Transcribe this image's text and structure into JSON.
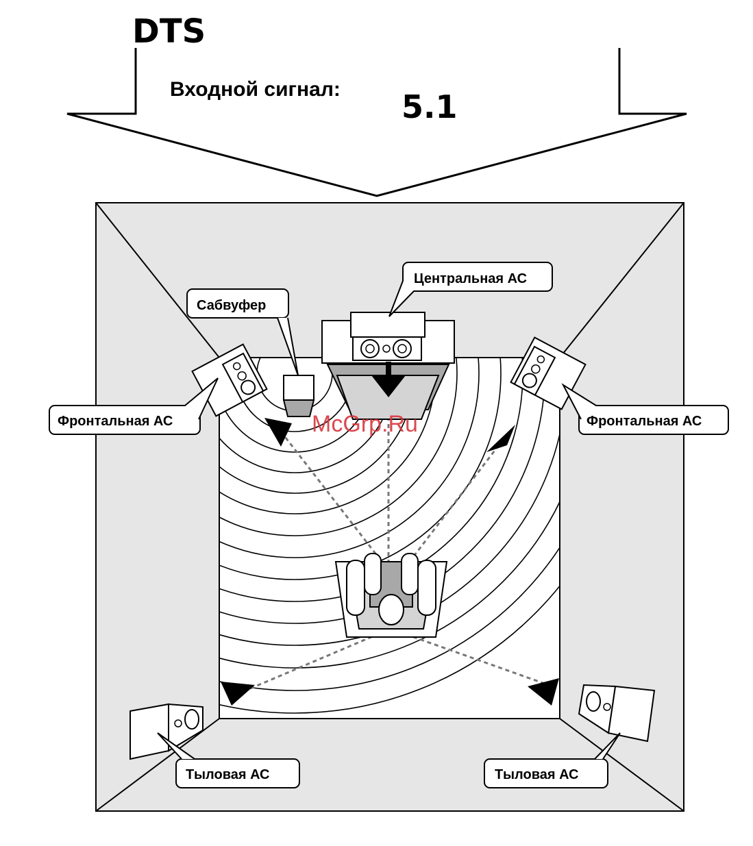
{
  "header": {
    "format": "DTS",
    "input_label": "Входной сигнал:",
    "channels": "5.1"
  },
  "labels": {
    "center": "Центральная АС",
    "subwoofer": "Сабвуфер",
    "front_left": "Фронтальная АС",
    "front_right": "Фронтальная АС",
    "rear_left": "Тыловая АС",
    "rear_right": "Тыловая АС"
  },
  "watermark": "McGrp.Ru",
  "colors": {
    "wall": "#e6e6e6",
    "floor": "#ffffff",
    "shade_dark": "#a8a8a8",
    "shade_light": "#d4d4d4",
    "line": "#000000",
    "sound_path": "#777777",
    "watermark": "#d9363e"
  }
}
